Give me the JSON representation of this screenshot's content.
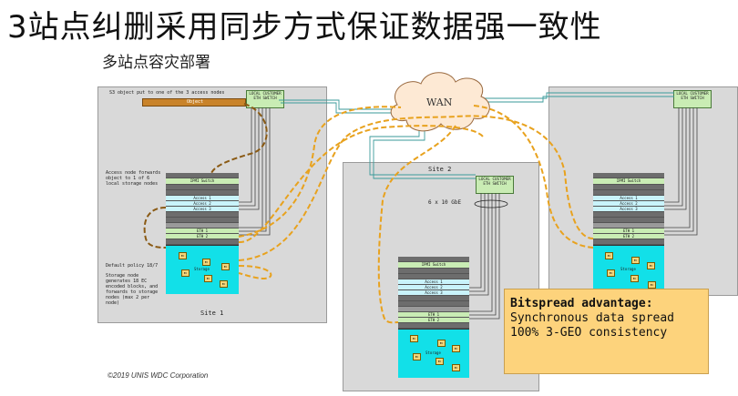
{
  "title": "3站点纠删采用同步方式保证数据强一致性",
  "subtitle": "多站点容灾部署",
  "site1": {
    "intro": "S3 object put to one of the 3 access nodes",
    "object_label": "Object",
    "switch_label": "LOCAL CUSTOMER ETH SWITCH",
    "note_access": "Access node forwards object to 1 of 6 local storage nodes",
    "note_policy": "Default policy 18/7",
    "note_storage": "Storage node generates 18 EC encoded blocks, and forwards to storage nodes (max 2 per node)",
    "label": "Site 1"
  },
  "site2": {
    "label": "Site 2",
    "switch_label": "LOCAL CUSTOMER ETH SWITCH",
    "link_label": "6 x 10 GbE"
  },
  "site3": {
    "switch_label": "LOCAL CUSTOMER ETH SWITCH"
  },
  "rack": {
    "ipmi": "IPMI Switch",
    "access": [
      "Access 1",
      "Access 2",
      "Access 3"
    ],
    "eth": [
      "ETH 1",
      "ETH 2"
    ],
    "storage": "Storage",
    "disk": "EC"
  },
  "wan_label": "WAN",
  "advantage": {
    "heading": "Bitspread advantage:",
    "line1": "Synchronous data spread",
    "line2": "100% 3-GEO consistency"
  },
  "copyright": "©2019 UNIS WDC Corporation"
}
